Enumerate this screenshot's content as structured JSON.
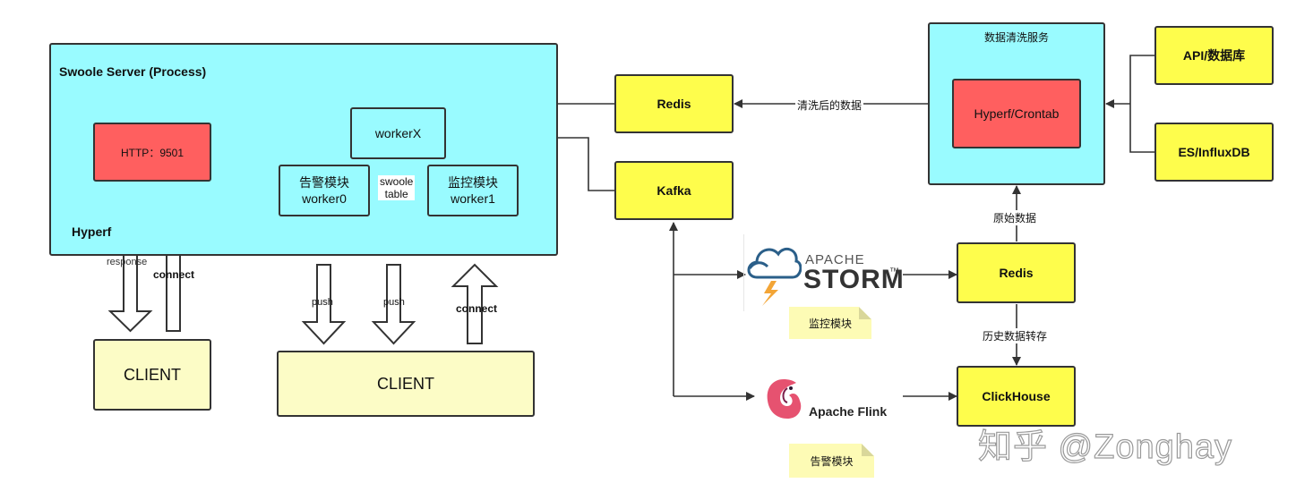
{
  "swoole": {
    "title": "Swoole Server (Process)",
    "http": "HTTP：9501",
    "hyperf": "Hyperf",
    "workerx": "workerX",
    "worker0_line1": "告警模块",
    "worker0_line2": "worker0",
    "worker1_line1": "监控模块",
    "worker1_line2": "worker1",
    "swoole_table_line1": "swoole",
    "swoole_table_line2": "table"
  },
  "clients": {
    "left": "CLIENT",
    "middle": "CLIENT",
    "response": "response",
    "connect_left": "connect",
    "push1": "push",
    "push2": "push",
    "connect_mid": "connect"
  },
  "pipeline": {
    "redis_top": "Redis",
    "kafka": "Kafka",
    "cleaned_data": "清洗后的数据",
    "cleaning_service": "数据清洗服务",
    "hyperf_crontab": "Hyperf/Crontab",
    "api_db": "API/数据库",
    "es_influx": "ES/InfluxDB",
    "raw_data": "原始数据",
    "redis_mid": "Redis",
    "history_transfer": "历史数据转存",
    "clickhouse": "ClickHouse",
    "storm_apache": "APACHE",
    "storm_name": "STORM",
    "storm_tm": "™",
    "storm_note": "监控模块",
    "flink_name": "Apache Flink",
    "flink_note": "告警模块"
  },
  "watermark": "知乎 @Zonghay",
  "colors": {
    "cyan": "#99fbff",
    "yellow": "#fefd4c",
    "pale_yellow": "#fcfcc6",
    "red": "#ff5f5f"
  }
}
